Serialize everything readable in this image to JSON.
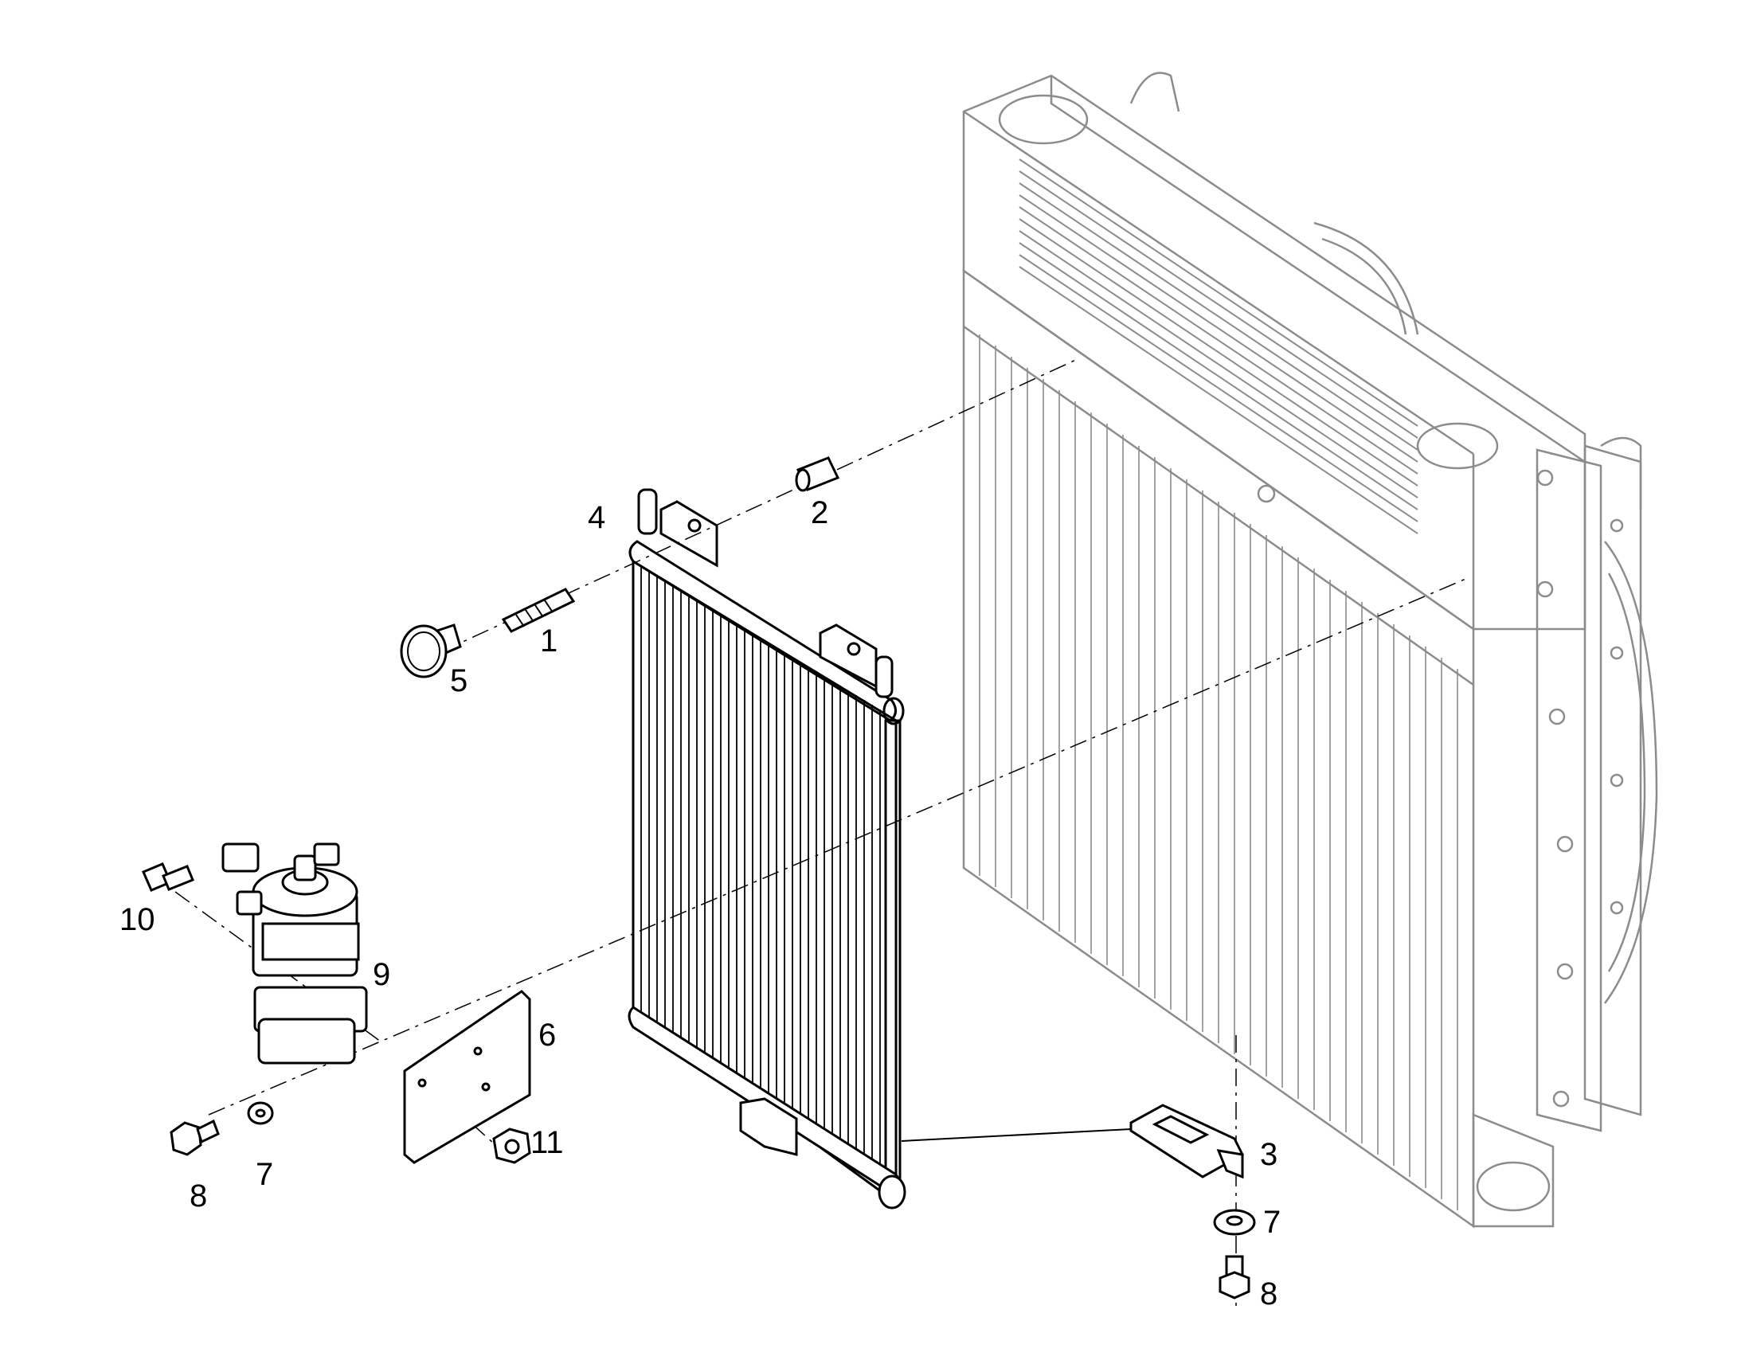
{
  "colors": {
    "ink": "#000000",
    "faded": "#8c8c8c",
    "background": "#ffffff"
  },
  "callouts": [
    {
      "id": "c1",
      "text": "1"
    },
    {
      "id": "c2",
      "text": "2"
    },
    {
      "id": "c3",
      "text": "3"
    },
    {
      "id": "c4",
      "text": "4"
    },
    {
      "id": "c5",
      "text": "5"
    },
    {
      "id": "c6",
      "text": "6"
    },
    {
      "id": "c7a",
      "text": "7"
    },
    {
      "id": "c7b",
      "text": "7"
    },
    {
      "id": "c8a",
      "text": "8"
    },
    {
      "id": "c8b",
      "text": "8"
    },
    {
      "id": "c9",
      "text": "9"
    },
    {
      "id": "c10",
      "text": "10"
    },
    {
      "id": "c11",
      "text": "11"
    }
  ]
}
